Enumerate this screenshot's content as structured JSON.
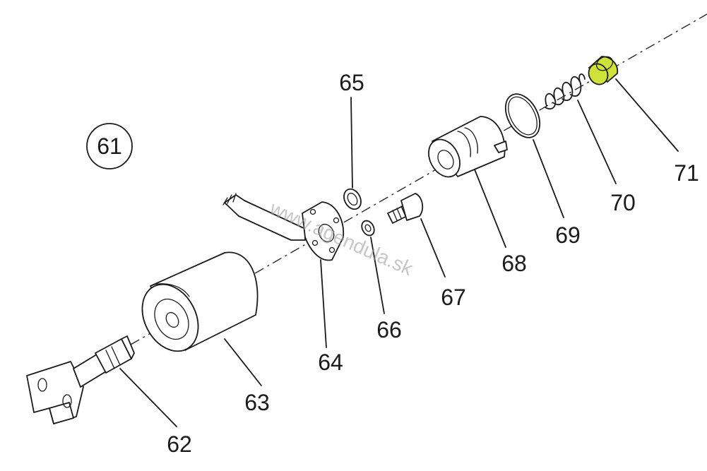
{
  "diagram": {
    "group_label": "61",
    "watermark": "www.agendula.sk",
    "highlight_color": "#cfe23a",
    "callouts": [
      {
        "id": "62",
        "text": "62"
      },
      {
        "id": "63",
        "text": "63"
      },
      {
        "id": "64",
        "text": "64"
      },
      {
        "id": "65",
        "text": "65"
      },
      {
        "id": "66",
        "text": "66"
      },
      {
        "id": "67",
        "text": "67"
      },
      {
        "id": "68",
        "text": "68"
      },
      {
        "id": "69",
        "text": "69"
      },
      {
        "id": "70",
        "text": "70"
      },
      {
        "id": "71",
        "text": "71",
        "highlighted": true
      }
    ]
  }
}
